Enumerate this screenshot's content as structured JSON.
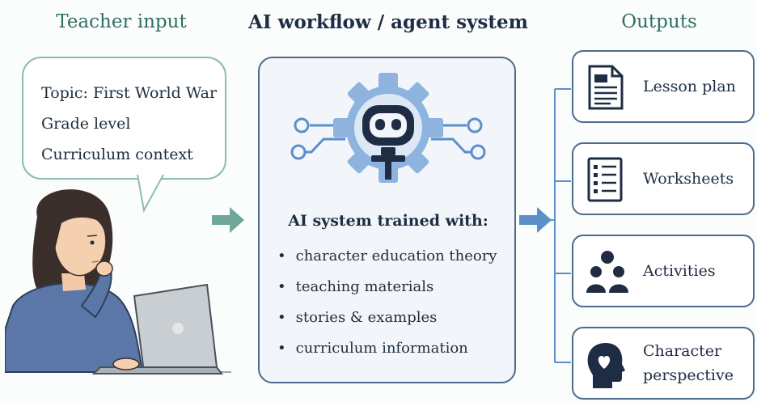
{
  "headings": {
    "teacher": "Teacher input",
    "ai": "AI workflow / agent system",
    "outputs": "Outputs"
  },
  "teacher_input": {
    "lines": [
      "Topic: First World War",
      "Grade level",
      "Curriculum context"
    ]
  },
  "ai_system": {
    "title": "AI system trained with:",
    "items": [
      "character education theory",
      "teaching materials",
      "stories & examples",
      "curriculum information"
    ]
  },
  "outputs": [
    {
      "label": "Lesson plan",
      "icon": "document-icon"
    },
    {
      "label": "Worksheets",
      "icon": "checklist-icon"
    },
    {
      "label": "Activities",
      "icon": "group-icon"
    },
    {
      "label": "Character perspective",
      "icon": "head-heart-icon"
    }
  ],
  "colors": {
    "teal_heading": "#2f6f62",
    "navy": "#1f2d44",
    "arrow_teal": "#6ea89a",
    "arrow_blue": "#5b8fc9",
    "box_border": "#4b6b8e"
  }
}
